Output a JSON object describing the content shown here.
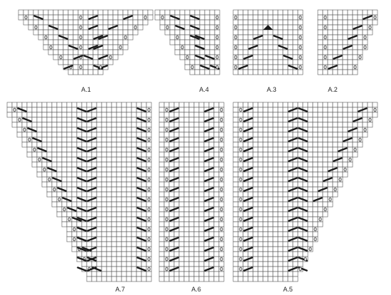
{
  "charts": [
    {
      "id": "A.1",
      "label": "A.1",
      "legend_symbols": [
        "grid-cell",
        "slash-stitch",
        "yarn-over-loop"
      ]
    },
    {
      "id": "A.4",
      "label": "A.4"
    },
    {
      "id": "A.3",
      "label": "A.3",
      "extra_symbols": [
        "triangle-double-decrease"
      ]
    },
    {
      "id": "A.2",
      "label": "A.2"
    },
    {
      "id": "A.7",
      "label": "A.7"
    },
    {
      "id": "A.6",
      "label": "A.6"
    },
    {
      "id": "A.5",
      "label": "A.5"
    }
  ],
  "colors": {
    "grid": "#555555",
    "stitch": "#1a1a1a",
    "background": "#ffffff"
  }
}
